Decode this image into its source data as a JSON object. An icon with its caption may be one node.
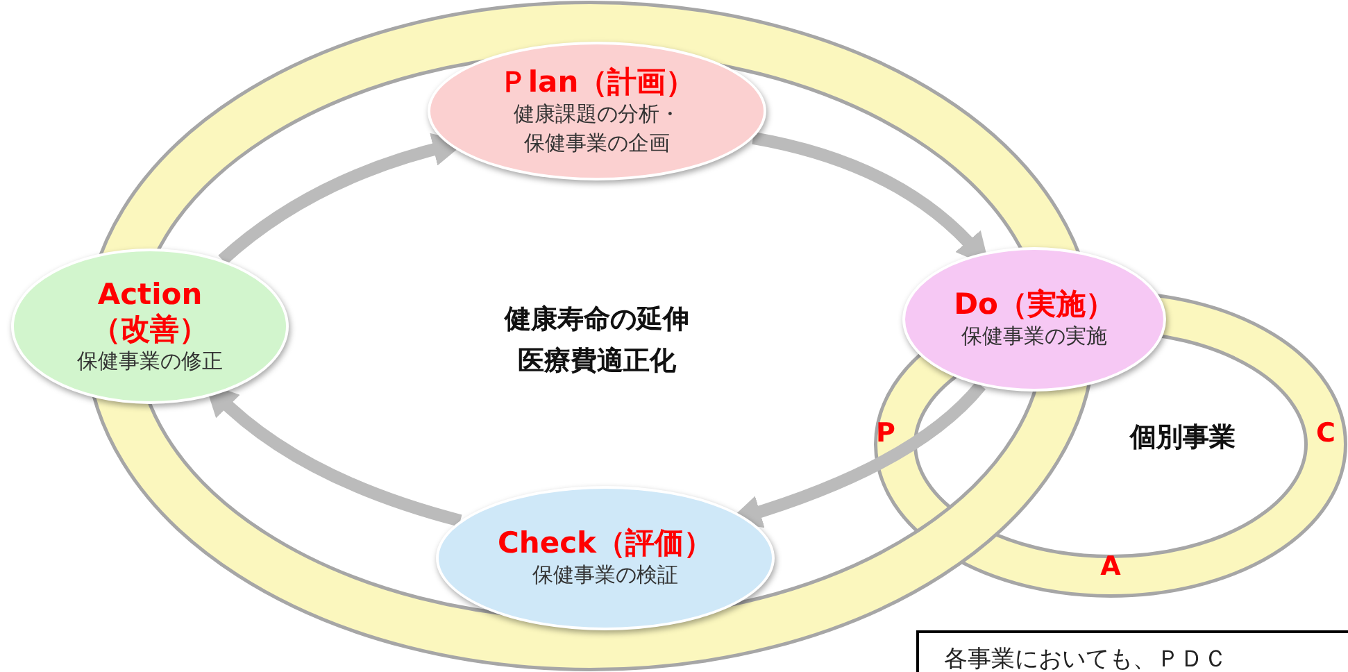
{
  "diagram": {
    "nodes": [
      {
        "text": [
          "Ｐlan（計画）",
          "健康課題の分析・保健事業の企画"
        ]
      },
      {
        "text": [
          "Action （改善）",
          "保健事業の修正"
        ]
      },
      {
        "text": [
          "Do（実施）",
          "保健事業の実施"
        ]
      },
      {
        "text": [
          "Check（評価）",
          "保健事業の検証"
        ]
      },
      {
        "text": [
          "各事業においても、ＰＤＣ"
        ]
      }
    ],
    "edges": [
      {
        "from": 1,
        "to": 0,
        "arrow": "to"
      },
      {
        "from": 0,
        "to": 2,
        "arrow": "to"
      },
      {
        "from": 2,
        "to": 3,
        "arrow": "to"
      },
      {
        "from": 3,
        "to": 1,
        "arrow": "to"
      }
    ],
    "labels": [
      "健康寿命の延伸医療費適正化",
      "P",
      "個別事業",
      "C",
      "A"
    ]
  }
}
